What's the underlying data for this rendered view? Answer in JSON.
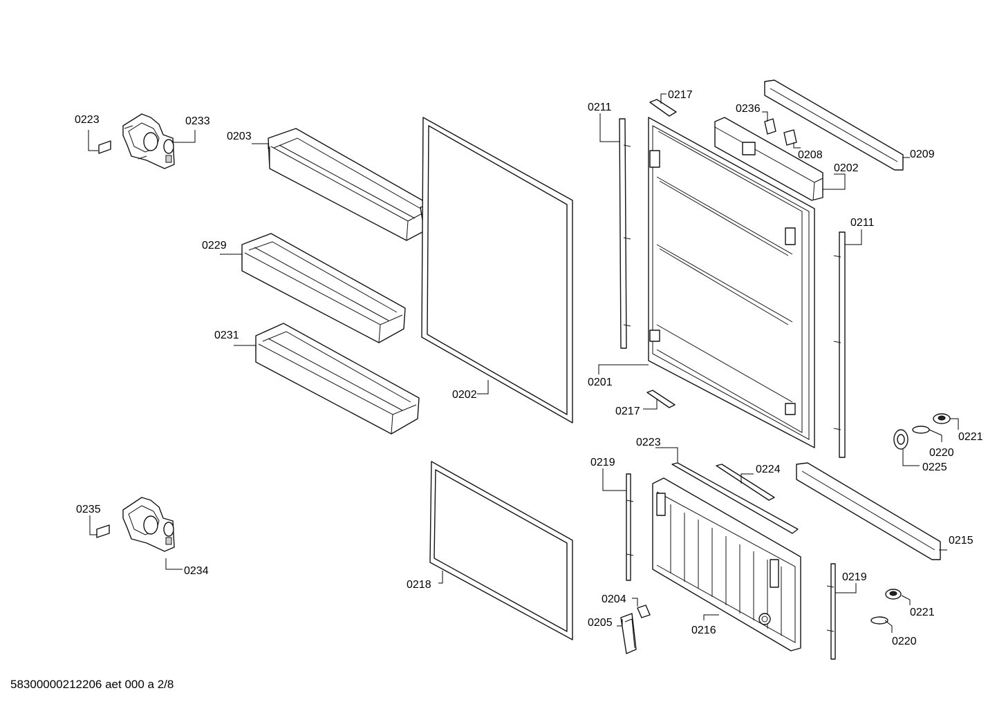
{
  "document_id": "58300000212206 aet 000 a 2/8",
  "labels": {
    "l0223a": "0223",
    "l0233": "0233",
    "l0203": "0203",
    "l0229": "0229",
    "l0231": "0231",
    "l0202a": "0202",
    "l0211a": "0211",
    "l0217a": "0217",
    "l0236": "0236",
    "l0208": "0208",
    "l0209": "0209",
    "l0202b": "0202",
    "l0211b": "0211",
    "l0201": "0201",
    "l0217b": "0217",
    "l0221a": "0221",
    "l0220a": "0220",
    "l0225": "0225",
    "l0223b": "0223",
    "l0219a": "0219",
    "l0224": "0224",
    "l0215": "0215",
    "l0235": "0235",
    "l0234": "0234",
    "l0218": "0218",
    "l0204": "0204",
    "l0205": "0205",
    "l0216": "0216",
    "l0219b": "0219",
    "l0221b": "0221",
    "l0220b": "0220"
  }
}
